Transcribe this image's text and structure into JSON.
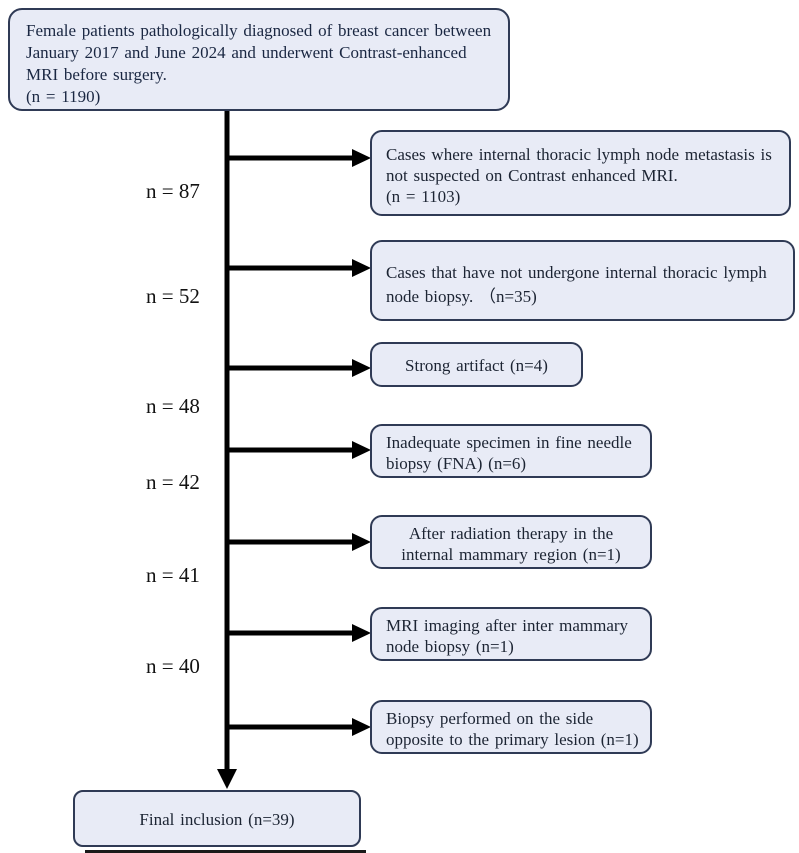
{
  "diagram": {
    "type": "patient-flowchart",
    "top_box": {
      "lines": [
        "Female patients pathologically diagnosed of breast cancer between",
        "January 2017 and June 2024 and underwent Contrast-enhanced",
        "MRI before surgery.",
        "(n = 1190)"
      ]
    },
    "exclusions": [
      {
        "lines": [
          "Cases where internal thoracic lymph node metastasis is",
          "not suspected on Contrast enhanced MRI.",
          "(n = 1103)"
        ]
      },
      {
        "lines": [
          "Cases that have not undergone internal thoracic lymph",
          "node biopsy. （n=35)",
          ""
        ]
      },
      {
        "lines": [
          "Strong artifact  (n=4)",
          "",
          ""
        ]
      },
      {
        "lines": [
          "Inadequate specimen in fine needle",
          "biopsy (FNA) (n=6)",
          ""
        ]
      },
      {
        "lines": [
          "After radiation therapy in the",
          "internal mammary region (n=1)",
          ""
        ]
      },
      {
        "lines": [
          "MRI imaging after inter mammary",
          "node biopsy (n=1)",
          ""
        ]
      },
      {
        "lines": [
          "Biopsy performed on the side",
          "opposite to the primary lesion (n=1)",
          ""
        ]
      }
    ],
    "remaining_counts": [
      "n = 87",
      "n = 52",
      "n = 48",
      "n = 42",
      "n = 41",
      "n = 40"
    ],
    "final_box": {
      "text": "Final inclusion (n=39)"
    },
    "colors": {
      "box_fill": "#e8ebf6",
      "box_border": "#2f3a55",
      "arrow": "#000000",
      "text": "#1c2433"
    }
  }
}
